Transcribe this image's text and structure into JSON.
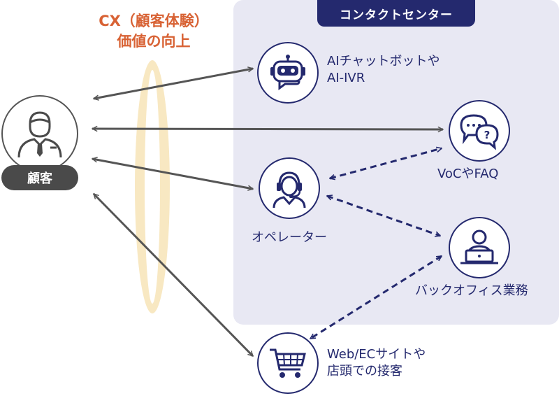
{
  "contact_center": {
    "title": "コンタクトセンター"
  },
  "cx": {
    "line1": "CX（顧客体験）",
    "line2": "価値の向上"
  },
  "customer": {
    "label": "顧客"
  },
  "nodes": {
    "ai_chatbot": {
      "line1": "AIチャットボットや",
      "line2": "AI-IVR",
      "icon": "robot-icon"
    },
    "voc_faq": {
      "line1": "VoCやFAQ",
      "icon": "speech-bubbles-icon"
    },
    "operator": {
      "line1": "オペレーター",
      "icon": "headset-operator-icon"
    },
    "back_office": {
      "line1": "バックオフィス業務",
      "icon": "laptop-worker-icon"
    },
    "web_ec": {
      "line1": "Web/ECサイトや",
      "line2": "店頭での接客",
      "icon": "shopping-cart-icon"
    }
  },
  "colors": {
    "navy": "#24296e",
    "panel": "#e8e8f3",
    "cx_orange": "#d86234",
    "ring": "#f8e8c2",
    "arrow_gray": "#555555"
  }
}
